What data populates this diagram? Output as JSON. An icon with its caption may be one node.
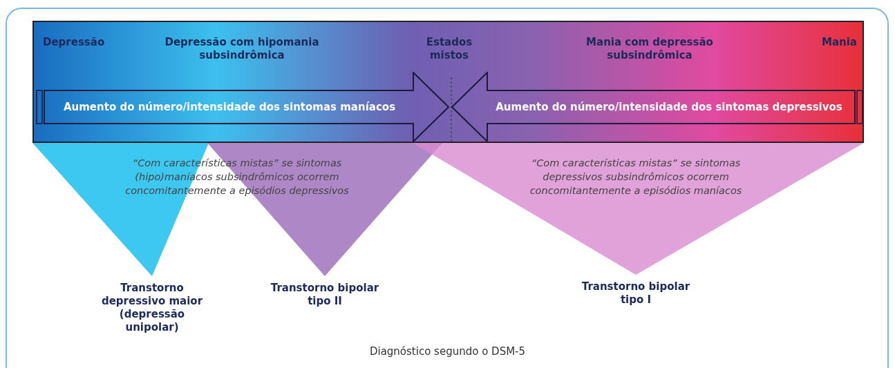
{
  "diagram": {
    "caption": "Diagnóstico segundo o DSM-5",
    "nodes": [
      {
        "text": [
          "Depressão",
          "Depressão com hipomania subsindrômica",
          "Estados mistos",
          "Mania com depressão subsindrômica",
          "Mania"
        ]
      },
      {
        "text": [
          "Aumento do número/intensidade dos sintomas maníacos"
        ],
        "in": 0
      },
      {
        "text": [
          "Aumento do número/intensidade dos sintomas depressivos"
        ],
        "in": 0
      },
      {
        "text": [
          "Transtorno depressivo maior (depressão unipolar)"
        ]
      },
      {
        "text": [
          "Transtorno bipolar tipo II"
        ]
      },
      {
        "text": [
          "Transtorno bipolar tipo I"
        ]
      }
    ],
    "edges": [],
    "labels": [
      "“Com características mistas” se sintomas (hipo)maníacos subsindrômicos ocorrem concomitantemente a episódios depressivos",
      "“Com características mistas” se sintomas depressivos subsindrômicos ocorrem concomitantemente a episódios maníacos"
    ]
  }
}
